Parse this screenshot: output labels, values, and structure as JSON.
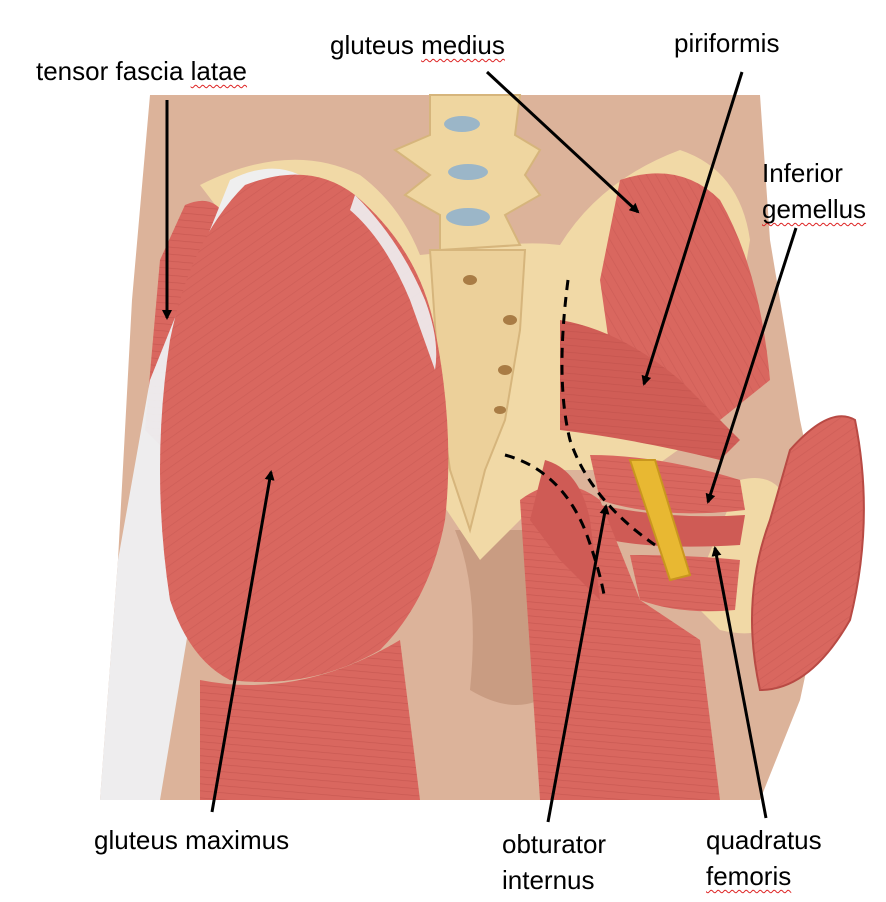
{
  "labels": {
    "tensor_fascia_latae": {
      "line1": "tensor fascia ",
      "line1_flagged": "latae"
    },
    "gluteus_medius": {
      "line1": "gluteus ",
      "line1_flagged": "medius"
    },
    "piriformis": {
      "line1": "piriformis"
    },
    "inferior_gemellus": {
      "line1": "Inferior",
      "line2": "gemellus"
    },
    "gluteus_maximus": {
      "line1": "gluteus maximus"
    },
    "obturator_internus": {
      "line1": "obturator",
      "line2": "internus"
    },
    "quadratus_femoris": {
      "line1": "quadratus",
      "line2": "femoris"
    }
  },
  "colors": {
    "muscle": "#d9675f",
    "muscle_dark": "#b84a44",
    "bone": "#f1d9a6",
    "tendon": "#eef0f2",
    "skin": "#dcb39a",
    "nerve": "#e8b832",
    "arrow": "#000000"
  }
}
